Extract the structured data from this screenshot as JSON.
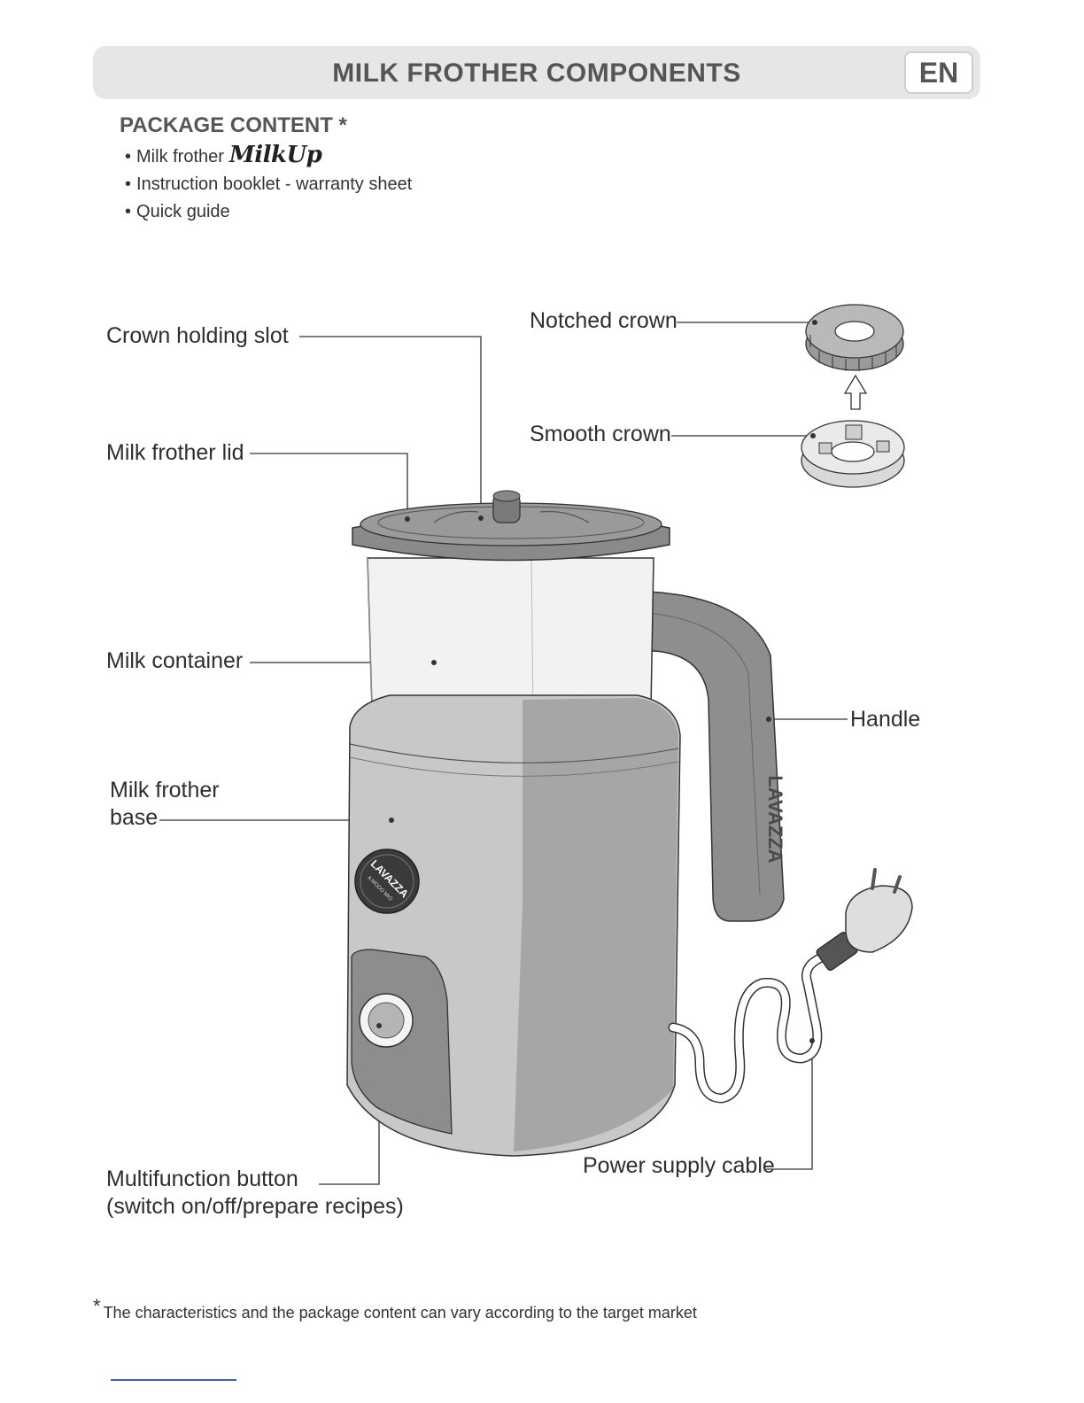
{
  "header": {
    "title": "MILK FROTHER COMPONENTS",
    "language": "EN"
  },
  "package": {
    "heading": "PACKAGE CONTENT *",
    "bullet": "•",
    "items": [
      "Milk frother",
      "Instruction booklet - warranty sheet",
      "Quick guide"
    ],
    "brand": "MilkUp"
  },
  "callouts": {
    "crown_holding_slot": "Crown holding slot",
    "notched_crown": "Notched crown",
    "smooth_crown": "Smooth crown",
    "milk_frother_lid": "Milk frother lid",
    "milk_container": "Milk container",
    "handle": "Handle",
    "milk_frother_base_line1": "Milk frother",
    "milk_frother_base_line2": "base",
    "multifunction_button_line1": "Multifunction button",
    "multifunction_button_line2": "(switch on/off/prepare recipes)",
    "power_supply_cable": "Power supply cable"
  },
  "illustration": {
    "badge_brand": "LAVAZZA",
    "badge_subtitle": "A MODO MIO",
    "handle_brand": "LAVAZZA"
  },
  "footnote": {
    "marker": "*",
    "text": "The characteristics and the package content can vary according to the target market"
  }
}
